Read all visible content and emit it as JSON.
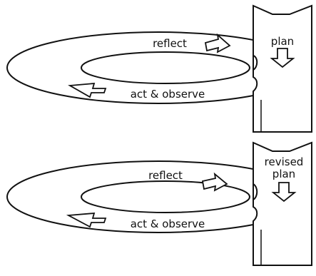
{
  "cycles": [
    {
      "stage_label": "plan",
      "reflect_label": "reflect",
      "act_label": "act & observe"
    },
    {
      "stage_label_line1": "revised",
      "stage_label_line2": "plan",
      "reflect_label": "reflect",
      "act_label": "act & observe"
    }
  ],
  "colors": {
    "stroke": "#111111",
    "fill": "#ffffff"
  }
}
